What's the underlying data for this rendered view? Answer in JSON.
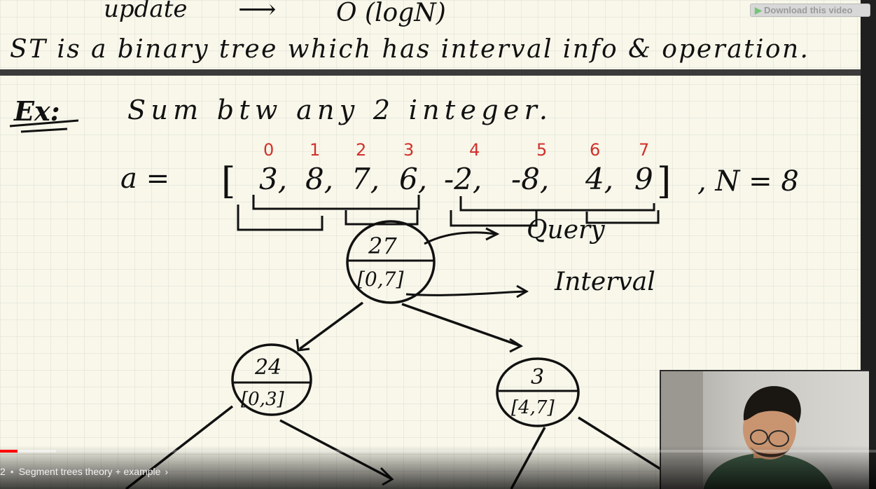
{
  "player": {
    "download_label": "Download this video",
    "chapter_number": "2",
    "chapter_separator": "•",
    "chapter_title": "Segment trees theory + example",
    "chapter_chevron": "›",
    "progress_played": 0.02,
    "progress_buffered": 0.064,
    "accent_color": "#ff0000"
  },
  "whiteboard": {
    "line_top_left": "update",
    "line_top_arrow": "⟶",
    "line_top_right": "O (logN)",
    "definition": "ST is a binary tree which has interval info & operation.",
    "example_label": "Ex:",
    "example_text": "Sum btw any 2 integer.",
    "array_name": "a =",
    "array_values": [
      "3",
      "8",
      "7",
      "6",
      "-2",
      "-8",
      "4",
      "9"
    ],
    "array_indices": [
      "0",
      "1",
      "2",
      "3",
      "4",
      "5",
      "6",
      "7"
    ],
    "n_label": ", N = 8",
    "query_label": "Query",
    "interval_label": "Interval",
    "nodes": [
      {
        "value": "27",
        "interval": "[0,7]"
      },
      {
        "value": "24",
        "interval": "[0,3]"
      },
      {
        "value": "3",
        "interval": "[4,7]"
      }
    ],
    "index_color": "#d2302a",
    "ink_color": "#111111",
    "paper_color": "#f8f7ea",
    "grid_color": "#dcdcd4"
  },
  "webcam": {
    "icons": [
      "person-icon"
    ]
  }
}
